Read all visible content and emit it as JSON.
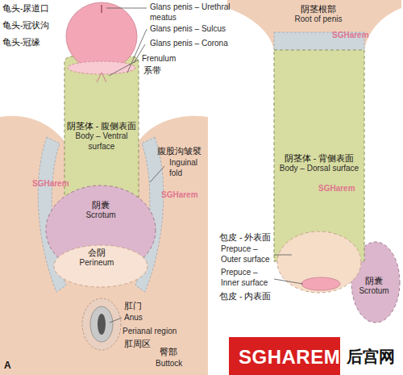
{
  "diagram": {
    "nodes": [
      {
        "text": [
          "阴茎体 - 腹侧表面",
          "Body – Ventral surface"
        ]
      },
      {
        "text": [
          "阴囊",
          "Scrotum"
        ]
      },
      {
        "text": [
          "会阴",
          "Perineum"
        ]
      },
      {
        "text": [
          "阴茎根部",
          "Root of penis"
        ]
      },
      {
        "text": [
          "阴茎体 - 背侧表面",
          "Body – Dorsal surface"
        ]
      },
      {
        "text": [
          "阴囊",
          "Scrotum"
        ]
      }
    ],
    "labels": [
      "龟头-尿道口",
      "Glans penis – Urethral meatus",
      "龟头-冠状沟",
      "Glans penis – Sulcus",
      "龟头-冠缘",
      "Glans penis – Corona",
      "Frenulum",
      "系带",
      "SGHarem",
      "腹股沟皱襞",
      "Inguinal fold",
      "SGHarem",
      "SGHarem",
      "SGHarem",
      "包皮 - 外表面",
      "Prepuce – Outer surface",
      "Prepuce – Inner surface",
      "包皮 - 内表面",
      "肛门",
      "Anus",
      "Perianal region",
      "肛周区",
      "臀部",
      "Buttock",
      "A",
      "SGHAREM",
      "后宫网"
    ]
  }
}
